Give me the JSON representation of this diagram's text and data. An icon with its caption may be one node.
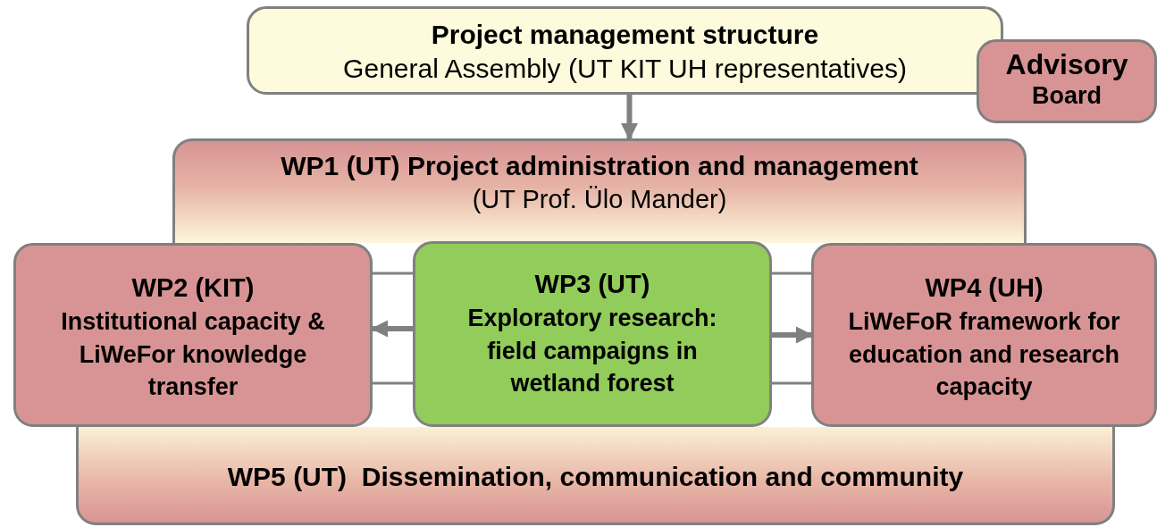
{
  "diagram": {
    "nodes": [
      {
        "text": [
          "Project management structure",
          "General Assembly (UT KIT UH representatives)"
        ]
      },
      {
        "text": [
          "Advisory",
          "Board"
        ]
      },
      {
        "text": [
          "WP1 (UT) Project administration and management",
          "(UT Prof. Ülo Mander)"
        ]
      },
      {
        "text": [
          "WP2 (KIT)",
          "Institutional capacity & LiWeFor knowledge transfer"
        ]
      },
      {
        "text": [
          "WP3 (UT)",
          "Exploratory research: field campaigns in wetland forest"
        ]
      },
      {
        "text": [
          "WP4 (UH)",
          "LiWeFoR framework for education and research capacity"
        ]
      },
      {
        "text": [
          "WP5 (UT)  Dissemination, communication and community"
        ]
      }
    ],
    "edges": [
      {
        "from": 0,
        "to": 2,
        "arrow": "to"
      },
      {
        "from": 4,
        "to": 3,
        "arrow": "to"
      },
      {
        "from": 4,
        "to": 5,
        "arrow": "to"
      }
    ]
  }
}
